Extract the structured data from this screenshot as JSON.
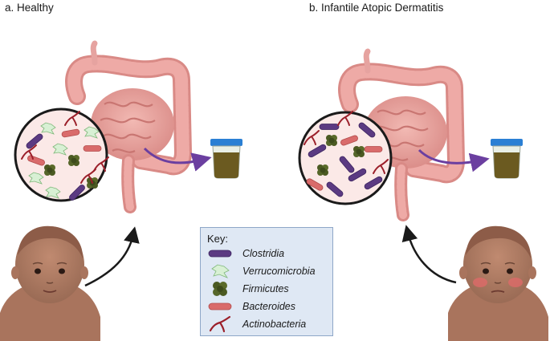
{
  "panels": {
    "healthy": {
      "title": "a. Healthy"
    },
    "dermatitis": {
      "title": "b. Infantile Atopic Dermatitis"
    }
  },
  "key": {
    "title": "Key:",
    "items": [
      {
        "label": "Clostridia",
        "icon": "clostridia-icon",
        "color": "#5b3a82"
      },
      {
        "label": "Verrucomicrobia",
        "icon": "verrucomicrobia-icon",
        "color": "#d8f0d4"
      },
      {
        "label": "Firmicutes",
        "icon": "firmicutes-icon",
        "color": "#4b5a22"
      },
      {
        "label": "Bacteroides",
        "icon": "bacteroides-icon",
        "color": "#d96b6b"
      },
      {
        "label": "Actinobacteria",
        "icon": "actinobacteria-icon",
        "color": "#9b1f2a"
      }
    ]
  },
  "colors": {
    "intestine": "#e9a3a3",
    "arrow_to_sample": "#6b3fa0",
    "sample_cap": "#2a7fd4",
    "sample_fluid": "#6b5a20",
    "skin": "#b07d66",
    "rash": "#e26a6a"
  }
}
